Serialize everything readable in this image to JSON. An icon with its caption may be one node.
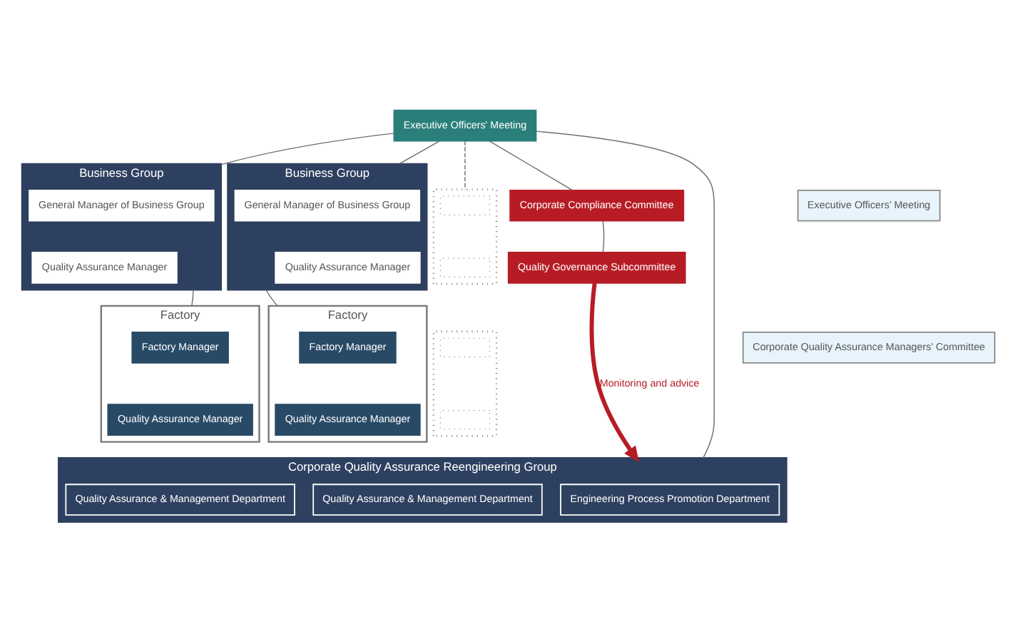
{
  "diagram": {
    "nodes": [
      {
        "text": [
          "Executive Officers' Meeting"
        ]
      },
      {
        "text": [
          "Corporate Compliance Committee"
        ]
      },
      {
        "text": [
          "Quality Governance Subcommittee"
        ]
      },
      {
        "text": [
          "Corporate Quality Assurance Reengineering Group"
        ]
      },
      {
        "text": [
          "Executive Officers’ Meeting"
        ]
      },
      {
        "text": [
          "Corporate Quality Assurance Managers’ Committee"
        ]
      },
      {
        "text": [
          "Business Group"
        ]
      },
      {
        "text": [
          "General Manager of Business Group"
        ],
        "in": 6
      },
      {
        "text": [
          "Quality Assurance Manager"
        ],
        "in": 6
      },
      {
        "text": [
          "Business Group"
        ]
      },
      {
        "text": [
          "General Manager of Business Group"
        ],
        "in": 9
      },
      {
        "text": [
          "Quality Assurance Manager"
        ],
        "in": 9
      },
      {
        "text": [
          "Factory"
        ]
      },
      {
        "text": [
          "Factory Manager"
        ],
        "in": 12
      },
      {
        "text": [
          "Quality Assurance Manager"
        ],
        "in": 12
      },
      {
        "text": [
          "Factory"
        ]
      },
      {
        "text": [
          "Factory Manager"
        ],
        "in": 15
      },
      {
        "text": [
          "Quality Assurance Manager"
        ],
        "in": 15
      },
      {
        "text": [],
        "shape": "box"
      },
      {
        "text": [],
        "shape": "box",
        "in": 18
      },
      {
        "text": [],
        "shape": "box",
        "in": 18
      },
      {
        "text": [],
        "shape": "box"
      },
      {
        "text": [],
        "shape": "box",
        "in": 21
      },
      {
        "text": [],
        "shape": "box",
        "in": 21
      },
      {
        "text": [
          "Engineering Process Promotion Department"
        ],
        "in": 3
      },
      {
        "text": [
          "Quality Assurance & Management Department"
        ],
        "in": 3
      },
      {
        "text": [
          "Quality Assurance & Management Department"
        ],
        "in": 3
      }
    ],
    "edges": [
      {
        "from": 0,
        "to": 1,
        "arrow": "none"
      },
      {
        "from": 0,
        "to": 3,
        "arrow": "none"
      },
      {
        "from": 0,
        "to": 6,
        "arrow": "none"
      },
      {
        "from": 0,
        "to": 9,
        "arrow": "none"
      },
      {
        "from": 0,
        "to": 18,
        "arrow": "none",
        "style": "dashed"
      },
      {
        "from": 6,
        "to": 12,
        "arrow": "none"
      },
      {
        "from": 9,
        "to": 15,
        "arrow": "none"
      },
      {
        "from": 1,
        "to": 2,
        "arrow": "none"
      },
      {
        "from": 2,
        "to": 3,
        "arrow": "to",
        "label": "Monitoring and advice",
        "style": "thick",
        "color": "#b71c25"
      }
    ]
  }
}
